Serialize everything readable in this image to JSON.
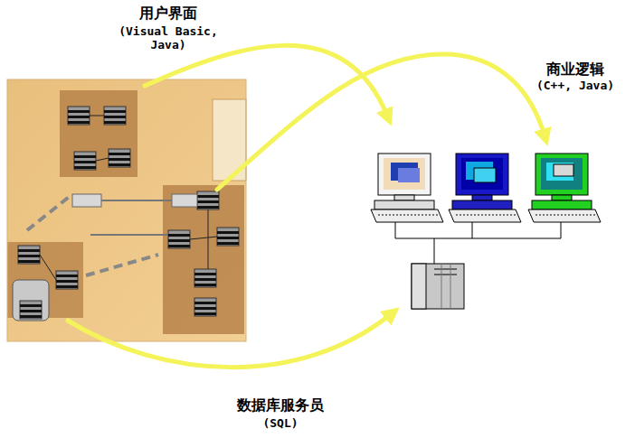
{
  "diagram": {
    "labels": [
      "用户界面",
      "(Visual Basic, Java)",
      "商业逻辑",
      "(C++, Java)",
      "数据库服务员",
      "(SQL)"
    ]
  }
}
